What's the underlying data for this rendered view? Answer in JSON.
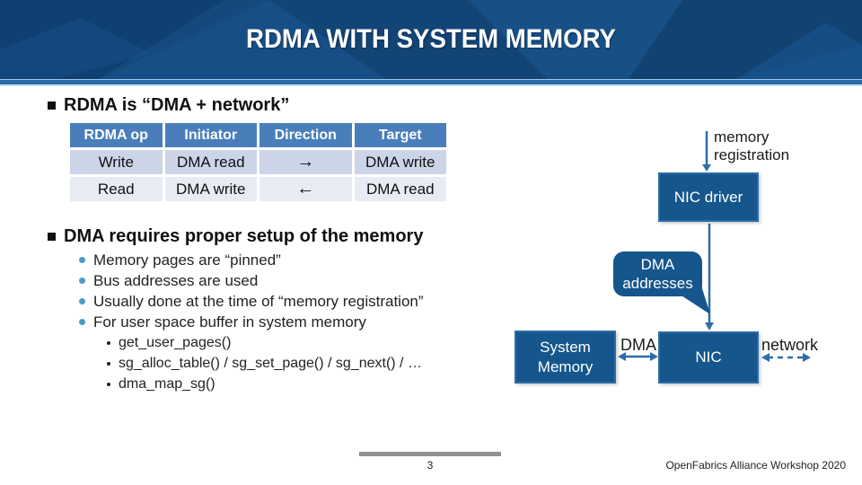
{
  "slide": {
    "title": "RDMA WITH SYSTEM MEMORY",
    "footer": {
      "page_number": "3",
      "credit": "OpenFabrics Alliance Workshop 2020"
    }
  },
  "bullets": {
    "heading1": "RDMA is “DMA + network”",
    "heading2": "DMA requires proper setup of the memory",
    "level2": [
      "Memory pages are “pinned”",
      "Bus addresses are used",
      "Usually done at the time of “memory registration”",
      "For user space buffer in system memory"
    ],
    "level3": [
      "get_user_pages()",
      "sg_alloc_table() / sg_set_page() / sg_next() / …",
      "dma_map_sg()"
    ]
  },
  "table": {
    "headers": [
      "RDMA op",
      "Initiator",
      "Direction",
      "Target"
    ],
    "rows": [
      [
        "Write",
        "DMA read",
        "→",
        "DMA write"
      ],
      [
        "Read",
        "DMA write",
        "←",
        "DMA read"
      ]
    ]
  },
  "diagram": {
    "memory_registration_label": "memory registration",
    "nic_driver_label": "NIC driver",
    "dma_addresses_label": "DMA addresses",
    "system_memory_label": "System Memory",
    "dma_label": "DMA",
    "nic_label": "NIC",
    "network_label": "network"
  },
  "colors": {
    "header_bg": "#15497D",
    "header_band": "#2A6BA8",
    "table_header_bg": "#4A7EBB",
    "table_row1_bg": "#CCD4E8",
    "table_row2_bg": "#E9EBF4",
    "diagram_box_fill": "#15568C",
    "connector_blue": "#2E6DA8",
    "sub_bullet_blue": "#4A9CC7",
    "footer_bar_gray": "#909090"
  }
}
